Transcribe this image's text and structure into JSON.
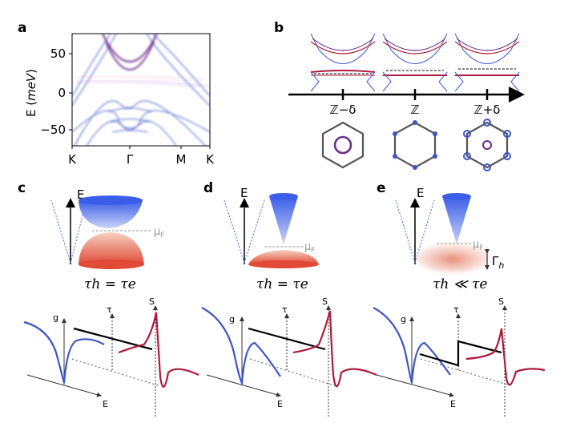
{
  "panels": {
    "a": "a",
    "b": "b",
    "c": "c",
    "d": "d",
    "e": "e"
  },
  "panel_a": {
    "ylabel_main": "E (",
    "ylabel_unit": "meV",
    "ylabel_close": ")",
    "yticks": [
      "50",
      "0",
      "−50"
    ],
    "xticks": [
      "K",
      "Γ",
      "M",
      "K"
    ]
  },
  "panel_b": {
    "axis_labels": [
      "ℤ−δ",
      "ℤ",
      "ℤ+δ"
    ]
  },
  "cones": {
    "E_label": "E",
    "mu_label": "μ",
    "mu_sub": "F",
    "gamma_label": "Γ",
    "gamma_sub": "h",
    "eq_c": "τh = τe",
    "eq_d": "τh = τe",
    "eq_e": "τh ≪ τe"
  },
  "bottom": {
    "labels": {
      "g": "g",
      "tau": "τ",
      "S": "S",
      "E": "E"
    }
  },
  "colors": {
    "blue": "#3d55c8",
    "red": "#b01a3a",
    "purple": "#6a2a8a",
    "black": "#000000"
  }
}
